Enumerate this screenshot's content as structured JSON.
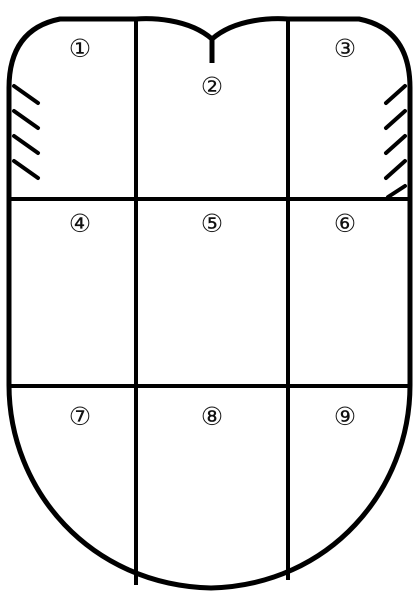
{
  "diagram": {
    "stroke_color": "#000000",
    "background_color": "#ffffff",
    "zones": [
      {
        "id": 1,
        "label": "①"
      },
      {
        "id": 2,
        "label": "②"
      },
      {
        "id": 3,
        "label": "③"
      },
      {
        "id": 4,
        "label": "④"
      },
      {
        "id": 5,
        "label": "⑤"
      },
      {
        "id": 6,
        "label": "⑥"
      },
      {
        "id": 7,
        "label": "⑦"
      },
      {
        "id": 8,
        "label": "⑧"
      },
      {
        "id": 9,
        "label": "⑨"
      }
    ]
  }
}
